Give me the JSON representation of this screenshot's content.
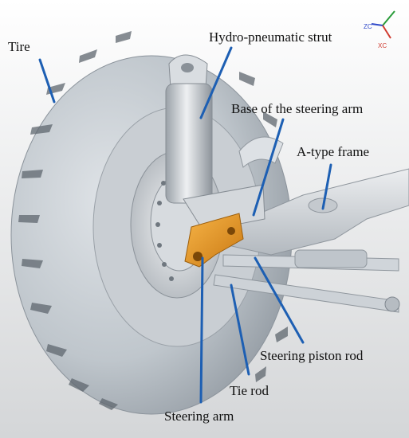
{
  "labels": {
    "tire": "Tire",
    "strut": "Hydro-pneumatic strut",
    "base": "Base of the steering arm",
    "frame": "A-type frame",
    "piston": "Steering piston rod",
    "tierod": "Tie rod",
    "arm": "Steering arm"
  },
  "axis_triad": {
    "zc": "ZC",
    "xc": "XC"
  },
  "colors": {
    "leader": "#1d5fb3",
    "metal": "#cfd4d9",
    "tire": "#bcc3ca",
    "arm": "#e59b2e",
    "background_top": "#ffffff",
    "background_bottom": "#d4d6d8"
  }
}
